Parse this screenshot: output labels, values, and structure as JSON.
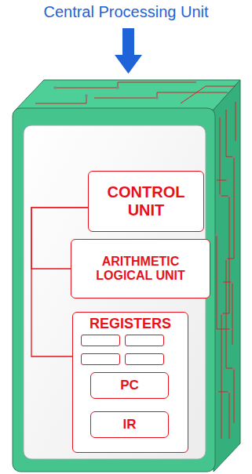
{
  "diagram": {
    "title": "Central Processing Unit",
    "nodes": [
      {
        "text": [
          "CONTROL UNIT"
        ]
      },
      {
        "text": [
          "ARITHMETIC LOGICAL UNIT"
        ]
      },
      {
        "text": [
          "REGISTERS"
        ]
      },
      {
        "text": [
          "PC"
        ],
        "in": 2
      },
      {
        "text": [
          "IR"
        ],
        "in": 2
      }
    ],
    "edges": [
      {
        "from": 0,
        "to": 1,
        "arrow": "none"
      },
      {
        "from": 0,
        "to": 2,
        "arrow": "none"
      }
    ]
  }
}
